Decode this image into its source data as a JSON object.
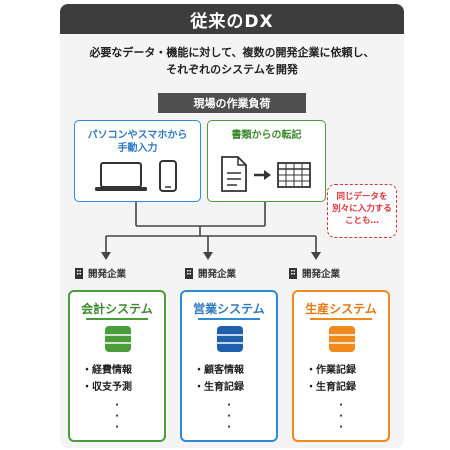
{
  "header": {
    "title": "従来のDX"
  },
  "description": {
    "line1": "必要なデータ・機能に対して、複数の開発企業に依頼し、",
    "line2": "それぞれのシステムを開発"
  },
  "workload": {
    "label": "現場の作業負荷",
    "manual_input": {
      "line1": "パソコンやスマホから",
      "line2": "手動入力",
      "icons": [
        "laptop-icon",
        "smartphone-icon"
      ]
    },
    "paper_transcription": {
      "label": "書類からの転記",
      "icons": [
        "document-icon",
        "arrow-right-icon",
        "spreadsheet-icon"
      ]
    }
  },
  "callout": {
    "line1": "同じデータを",
    "line2": "別々に入力する",
    "line3": "ことも…"
  },
  "companies": [
    {
      "label": "開発企業"
    },
    {
      "label": "開発企業"
    },
    {
      "label": "開発企業"
    }
  ],
  "systems": [
    {
      "title": "会計システム",
      "color": "#4b9c3b",
      "items": [
        "・経費情報",
        "・収支予測"
      ]
    },
    {
      "title": "営業システム",
      "color": "#2e8bd4",
      "items": [
        "・顧客情報",
        "・生育記録"
      ]
    },
    {
      "title": "生産システム",
      "color": "#ef8a1f",
      "items": [
        "・作業記録",
        "・生育記録"
      ]
    }
  ]
}
